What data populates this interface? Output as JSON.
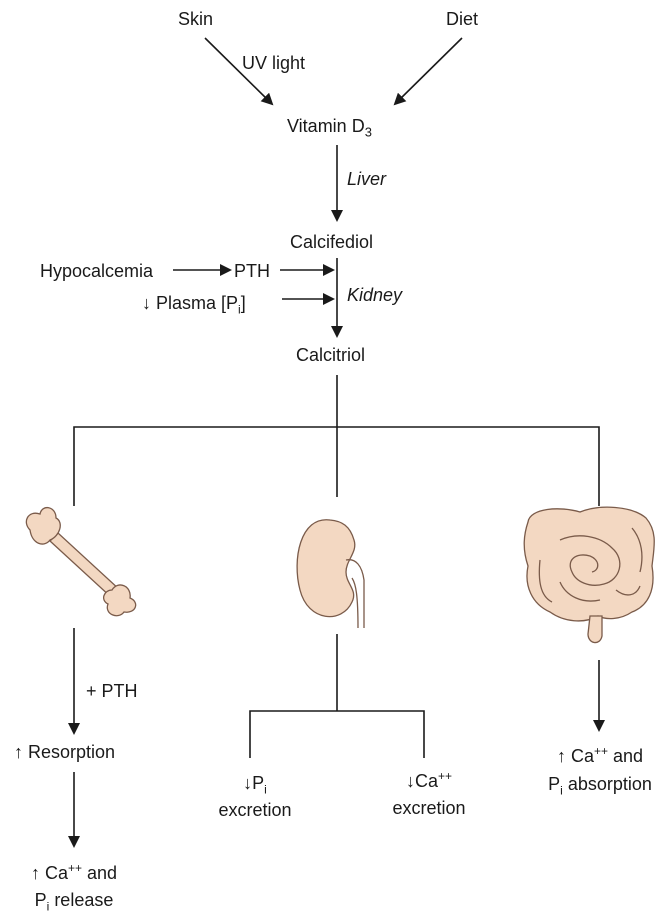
{
  "inputs": {
    "skin": "Skin",
    "diet": "Diet",
    "uv": "UV light"
  },
  "vitd": {
    "text": "Vitamin D",
    "sub": "3"
  },
  "liver": "Liver",
  "calcifediol": "Calcifediol",
  "hypocalcemia": "Hypocalcemia",
  "pth": "PTH",
  "plasma": {
    "pre": "↓ Plasma [P",
    "sub": "i",
    "post": "]"
  },
  "kidney": "Kidney",
  "calcitriol": "Calcitriol",
  "bone": {
    "plus_pth": "+ PTH",
    "resorption": "↑ Resorption",
    "release_1_pre": "↑ Ca",
    "release_1_sup": "++",
    "release_1_post": " and",
    "release_2_pre": "P",
    "release_2_sub": "i",
    "release_2_post": " release"
  },
  "kidney_effects": {
    "pi_pre": "↓P",
    "pi_sub": "i",
    "pi_line2": "excretion",
    "ca_pre": "↓Ca",
    "ca_sup": "++",
    "ca_line2": "excretion"
  },
  "gut": {
    "line1_pre": "↑ Ca",
    "line1_sup": "++",
    "line1_post": " and",
    "line2_pre": "P",
    "line2_sub": "i",
    "line2_post": " absorption"
  },
  "colors": {
    "organ_fill": "#f3d8c2",
    "organ_stroke": "#7a5b4a",
    "line": "#1a1a1a"
  }
}
